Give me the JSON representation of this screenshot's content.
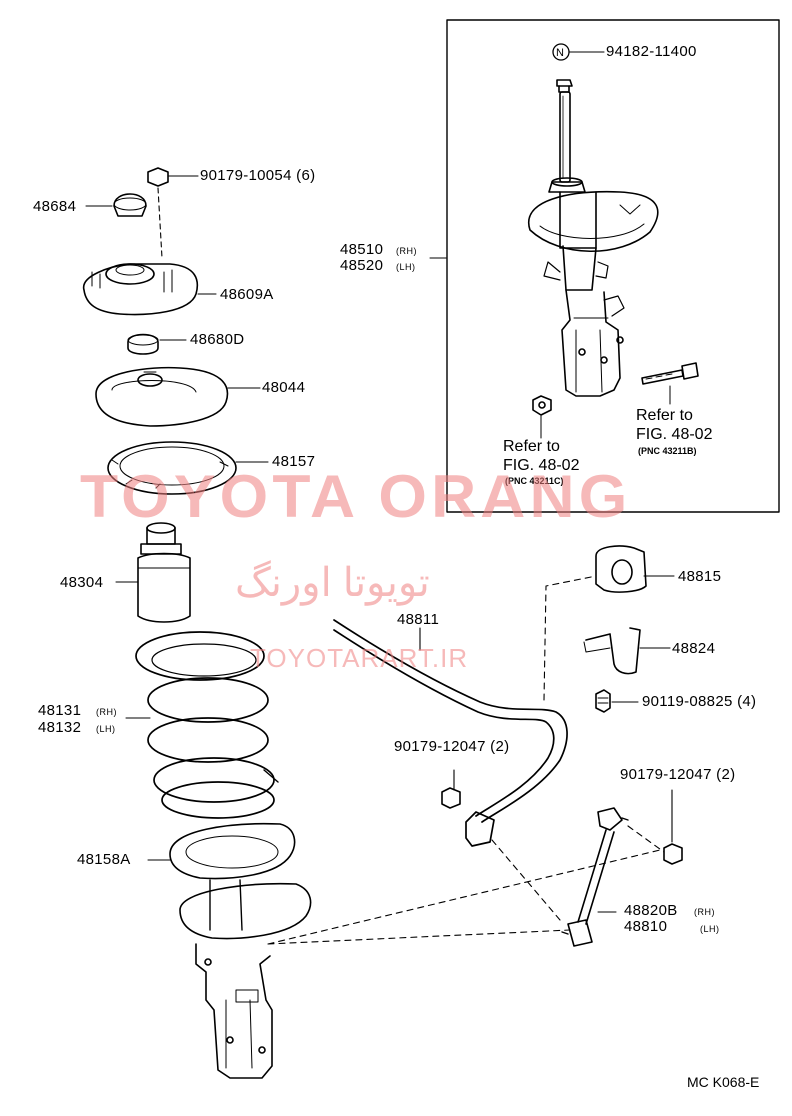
{
  "parts": {
    "p_94182": "94182-11400",
    "p_48510": "48510",
    "p_48520": "48520",
    "rh": "(RH)",
    "lh": "(LH)",
    "p_90179_10054": "90179-10054 (6)",
    "p_48684": "48684",
    "p_48609A": "48609A",
    "p_48680D": "48680D",
    "p_48044": "48044",
    "p_48157": "48157",
    "p_48304": "48304",
    "p_48131": "48131",
    "p_48132": "48132",
    "p_48158A": "48158A",
    "p_48811": "48811",
    "p_48815": "48815",
    "p_48824": "48824",
    "p_90119": "90119-08825 (4)",
    "p_90179_12047_a": "90179-12047 (2)",
    "p_90179_12047_b": "90179-12047 (2)",
    "p_48820B": "48820B",
    "p_48810": "48810",
    "n_mark": "N"
  },
  "refs": {
    "refer_to": "Refer to",
    "fig": "FIG. 48-02",
    "pnc_a": "(PNC 43211C)",
    "pnc_b": "(PNC 43211B)"
  },
  "watermark": {
    "brand": "TOYOTA ORANG",
    "brand_fa": "تویوتا اورنگ",
    "url": "TOYOTARART.IR"
  },
  "diagram_code": "MC K068-E",
  "colors": {
    "ink": "#000000",
    "watermark": "#f08080",
    "paper": "#ffffff"
  }
}
